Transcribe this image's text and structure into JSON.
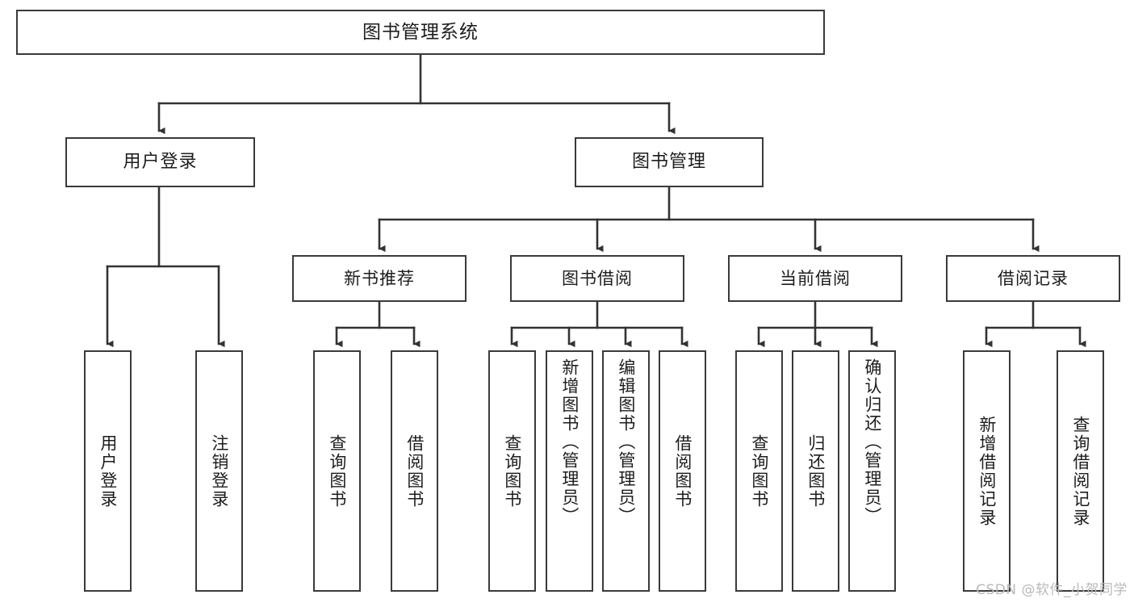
{
  "diagram": {
    "title": "图书管理系统",
    "type": "tree-hierarchy",
    "watermark": "CSDN @软件_小贺同学",
    "colors": {
      "background": "#ffffff",
      "box_border": "#3a3a3a",
      "box_fill": "#ffffff",
      "text": "#1d1d1d",
      "connector": "#333333",
      "watermark": "#b9b9b9"
    },
    "root": {
      "label": "图书管理系统"
    },
    "level1": [
      {
        "label": "用户登录"
      },
      {
        "label": "图书管理"
      }
    ],
    "level2": [
      {
        "label": "新书推荐"
      },
      {
        "label": "图书借阅"
      },
      {
        "label": "当前借阅"
      },
      {
        "label": "借阅记录"
      }
    ],
    "leaves": {
      "user_login": [
        {
          "label": "用户登录"
        },
        {
          "label": "注销登录"
        }
      ],
      "new_book_recommend": [
        {
          "label": "查询图书"
        },
        {
          "label": "借阅图书"
        }
      ],
      "book_borrow": [
        {
          "label": "查询图书"
        },
        {
          "label": "新增图书（管理员）"
        },
        {
          "label": "编辑图书（管理员）"
        },
        {
          "label": "借阅图书"
        }
      ],
      "current_borrow": [
        {
          "label": "查询图书"
        },
        {
          "label": "归还图书"
        },
        {
          "label": "确认归还（管理员）"
        }
      ],
      "borrow_record": [
        {
          "label": "新增借阅记录"
        },
        {
          "label": "查询借阅记录"
        }
      ]
    }
  }
}
